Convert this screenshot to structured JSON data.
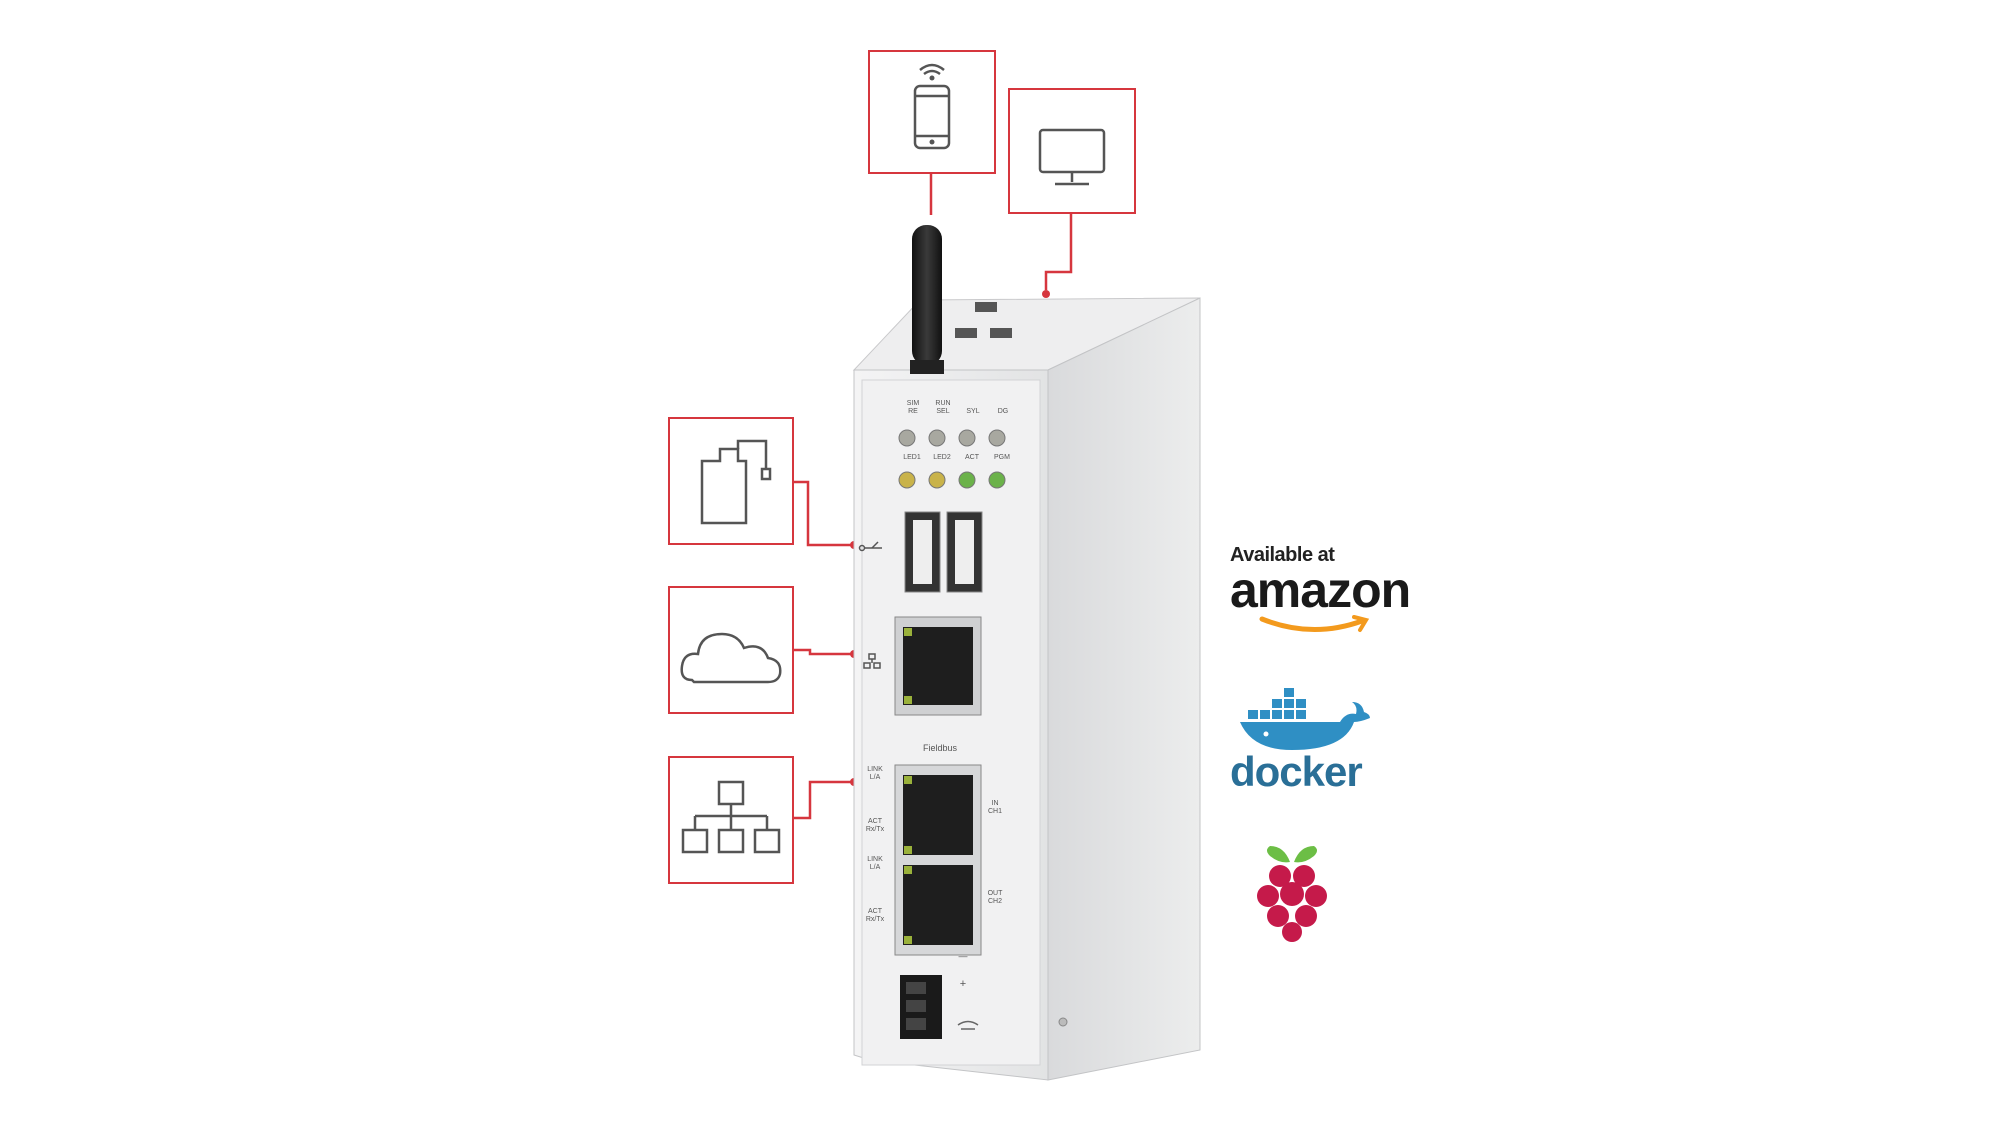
{
  "callouts": {
    "mobile": {
      "icon": "smartphone-wifi-icon"
    },
    "desktop": {
      "icon": "monitor-icon"
    },
    "storage": {
      "icon": "usb-storage-icon"
    },
    "cloud": {
      "icon": "cloud-icon"
    },
    "network": {
      "icon": "network-hierarchy-icon"
    }
  },
  "device": {
    "fieldbus_label": "Fieldbus",
    "led_top_labels": [
      "SIM\nRE",
      "RUN\nSEL",
      "SYL",
      "DG"
    ],
    "led_bottom_labels": [
      "LED1",
      "LED2",
      "ACT",
      "PGM"
    ],
    "port_labels_left": [
      "LINK\nL/A",
      "ACT\nRx/Tx",
      "LINK\nL/A",
      "ACT\nRx/Tx"
    ],
    "port_labels_right": [
      "IN\nCH1",
      "OUT\nCH2"
    ],
    "power_labels": [
      "—",
      "+"
    ],
    "side_icons": [
      "usb-symbol-icon",
      "ethernet-symbol-icon"
    ]
  },
  "logos": {
    "amazon_available": "Available at",
    "amazon_word": "amazon",
    "docker_word": "docker",
    "raspberry_icon": "raspberry-pi-logo"
  },
  "colors": {
    "accent_red": "#d6363e",
    "device_body": "#e9e9ea",
    "amazon_orange": "#f39a1d",
    "docker_blue": "#2f8fc4",
    "raspberry_red": "#c51a4a",
    "raspberry_green": "#6cbe45"
  }
}
